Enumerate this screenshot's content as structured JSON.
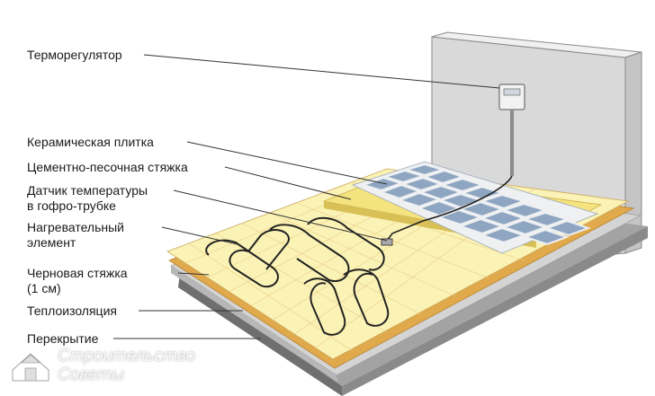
{
  "labels": {
    "thermostat": "Терморегулятор",
    "tile": "Керамическая плитка",
    "screed": "Цементно-песочная стяжка",
    "sensor_line1": "Датчик температуры",
    "sensor_line2": "в гофро-трубке",
    "heater_line1": "Нагревательный",
    "heater_line2": "элемент",
    "rough_line1": "Черновая стяжка",
    "rough_line2": "(1 см)",
    "insulation": "Теплоизоляция",
    "slab": "Перекрытие"
  },
  "watermark": {
    "line1": "Строительство",
    "line2": "Советы"
  },
  "colors": {
    "wall": "#d9d9d9",
    "wall_edge": "#ececec",
    "slab": "#9c9c9c",
    "slab_side": "#6d6d6d",
    "insulation": "#d2d2d2",
    "rough_screed": "#e0a94c",
    "mesh": "#fbf3b6",
    "mesh_grid": "#e7c77a",
    "screed": "#f4e37e",
    "tile": "#8fa6c2",
    "grout": "#eef0f2",
    "cable": "#222222",
    "leader": "#333333"
  }
}
